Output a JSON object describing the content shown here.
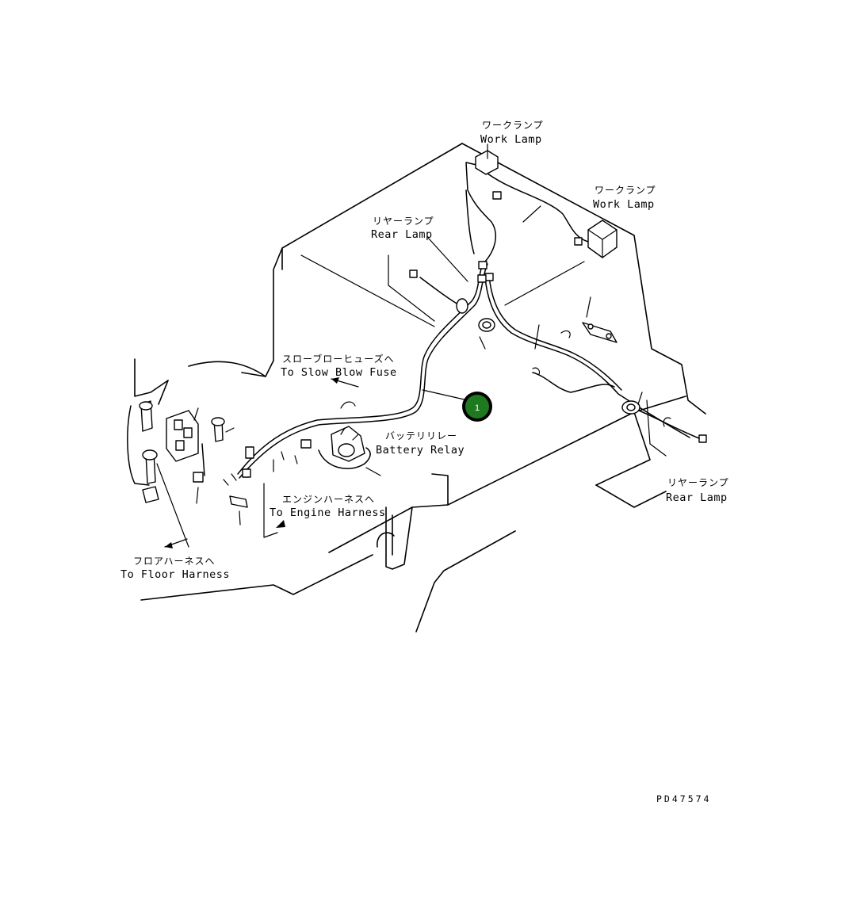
{
  "callout": {
    "number": "1",
    "fill": "#1f7a1f"
  },
  "labels": {
    "work_lamp_top": {
      "jp": "ワークランプ",
      "en": "Work Lamp"
    },
    "work_lamp_right": {
      "jp": "ワークランプ",
      "en": "Work Lamp"
    },
    "rear_lamp_top": {
      "jp": "リヤーランプ",
      "en": "Rear Lamp"
    },
    "rear_lamp_right": {
      "jp": "リヤーランプ",
      "en": "Rear Lamp"
    },
    "slow_blow_fuse": {
      "jp": "スローブローヒューズへ",
      "en": "To Slow Blow Fuse"
    },
    "battery_relay": {
      "jp": "バッテリリレー",
      "en": "Battery Relay"
    },
    "engine_harness": {
      "jp": "エンジンハーネスへ",
      "en": "To Engine Harness"
    },
    "floor_harness": {
      "jp": "フロアハーネスへ",
      "en": "To Floor Harness"
    }
  },
  "drawing_code": "PD47574"
}
